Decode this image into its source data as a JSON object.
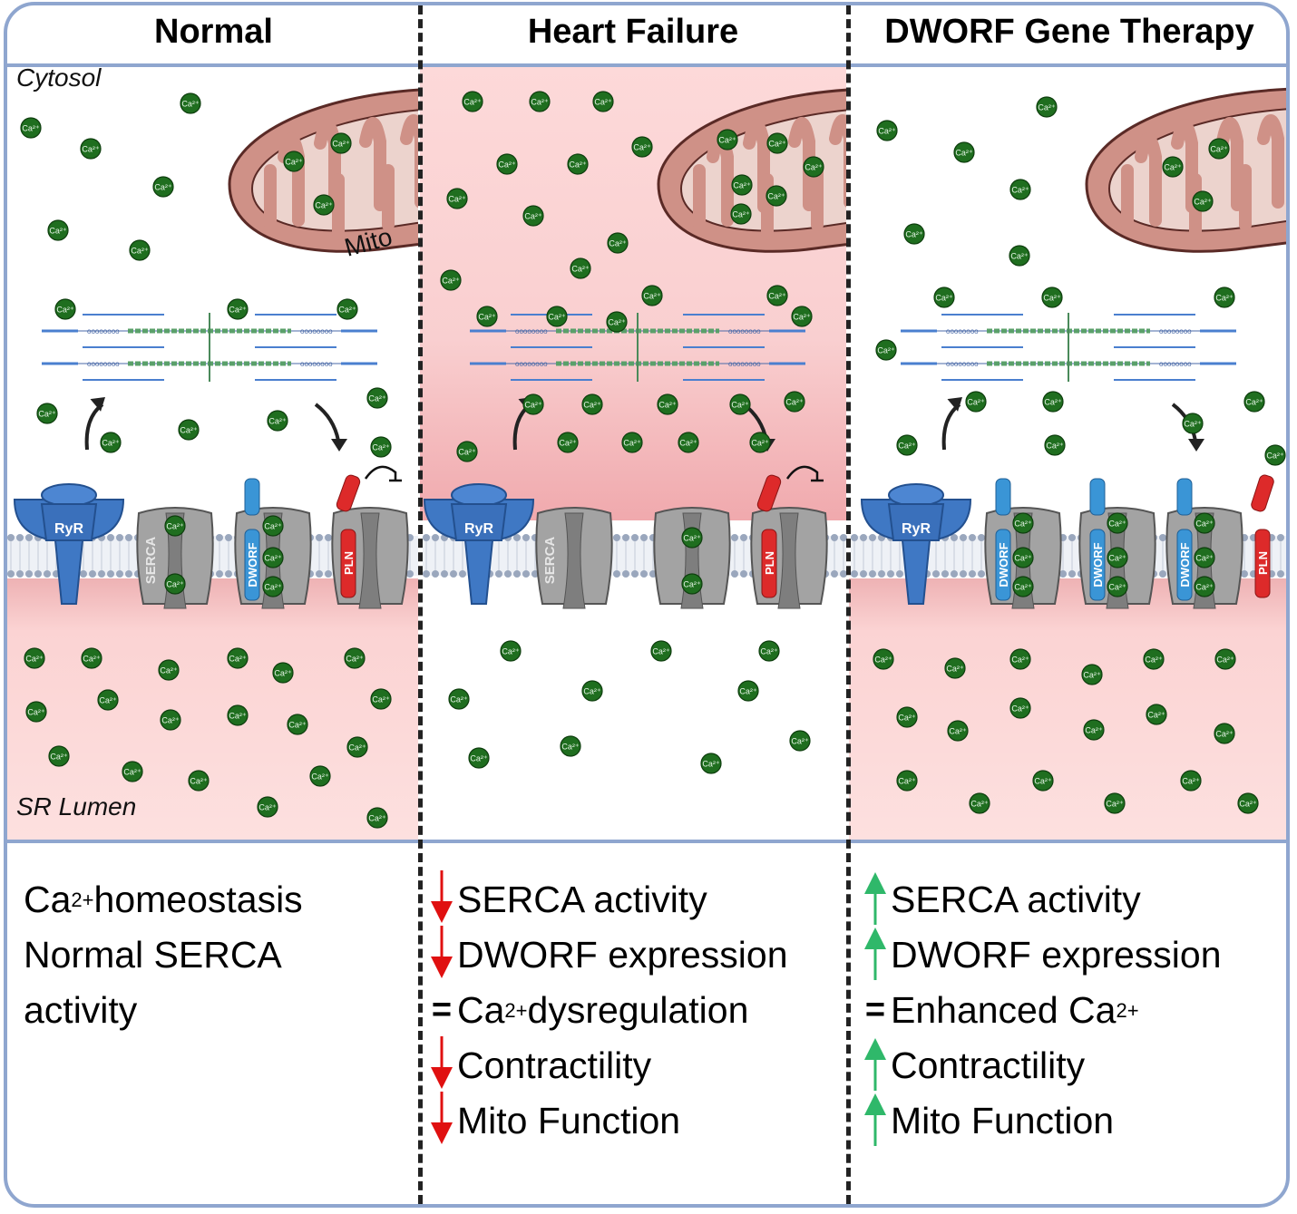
{
  "columns": [
    {
      "title": "Normal"
    },
    {
      "title": "Heart Failure"
    },
    {
      "title": "DWORF Gene Therapy"
    }
  ],
  "labels": {
    "cytosol": "Cytosol",
    "sr_lumen": "SR Lumen",
    "mito": "Mito",
    "ion": "Ca2+",
    "ryr": "RyR",
    "serca": "SERCA",
    "dworf": "DWORF",
    "pln": "PLN"
  },
  "summary": {
    "normal": {
      "lines": [
        {
          "pre": "Ca",
          "sup": "2+",
          "post": " homeostasis"
        },
        {
          "pre": "Normal SERCA",
          "sup": "",
          "post": ""
        },
        {
          "pre": "activity",
          "sup": "",
          "post": ""
        }
      ]
    },
    "heart_failure": {
      "items": [
        {
          "indicator": "down",
          "pre": "SERCA activity",
          "sup": "",
          "post": ""
        },
        {
          "indicator": "down",
          "pre": "DWORF expression",
          "sup": "",
          "post": ""
        },
        {
          "indicator": "equals",
          "pre": "Ca",
          "sup": "2+",
          "post": " dysregulation"
        },
        {
          "indicator": "down",
          "pre": "Contractility",
          "sup": "",
          "post": ""
        },
        {
          "indicator": "down",
          "pre": "Mito Function",
          "sup": "",
          "post": ""
        }
      ]
    },
    "dworf_therapy": {
      "items": [
        {
          "indicator": "up",
          "pre": "SERCA activity",
          "sup": "",
          "post": ""
        },
        {
          "indicator": "up",
          "pre": "DWORF expression",
          "sup": "",
          "post": ""
        },
        {
          "indicator": "equals",
          "pre": "Enhanced Ca",
          "sup": "2+",
          "post": ""
        },
        {
          "indicator": "up",
          "pre": "Contractility",
          "sup": "",
          "post": ""
        },
        {
          "indicator": "up",
          "pre": "Mito Function",
          "sup": "",
          "post": ""
        }
      ]
    }
  },
  "colors": {
    "frame": "#8fa6cf",
    "pink": "#fbd9d9",
    "calcium": "#1f6e1f",
    "ryr": "#3f78c4",
    "serca": "#a3a3a3",
    "dworf": "#3a95d6",
    "pln": "#dd2a2a",
    "down_arrow": "#e01010",
    "up_arrow": "#2fb86a",
    "mito_outer": "#cf9187",
    "mito_inner": "#ecd3cd"
  }
}
